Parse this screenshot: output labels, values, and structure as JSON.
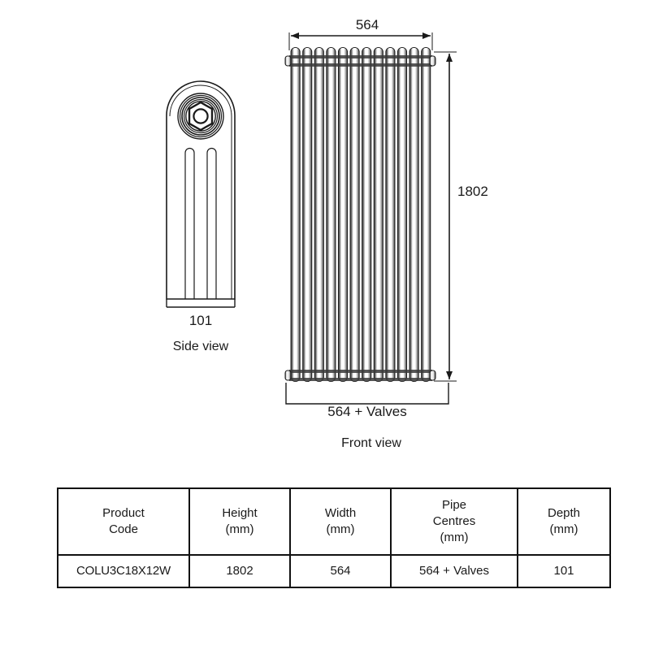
{
  "drawing": {
    "side_view": {
      "label": "Side view",
      "depth_dim": "101"
    },
    "front_view": {
      "label": "Front view",
      "width_dim": "564",
      "height_dim": "1802",
      "pipe_centres_dim": "564 + Valves",
      "column_count": 12
    }
  },
  "table": {
    "headers": [
      {
        "line1": "Product",
        "line2": "Code"
      },
      {
        "line1": "Height",
        "line2": "(mm)"
      },
      {
        "line1": "Width",
        "line2": "(mm)"
      },
      {
        "line1": "Pipe",
        "line2": "Centres",
        "line3": "(mm)"
      },
      {
        "line1": "Depth",
        "line2": "(mm)"
      }
    ],
    "row": {
      "product_code": "COLU3C18X12W",
      "height": "1802",
      "width": "564",
      "pipe_centres": "564 + Valves",
      "depth": "101"
    }
  },
  "colors": {
    "line": "#1a1a1a",
    "fill": "#ffffff",
    "shade": "#8c8c8c",
    "background": "#ffffff"
  }
}
